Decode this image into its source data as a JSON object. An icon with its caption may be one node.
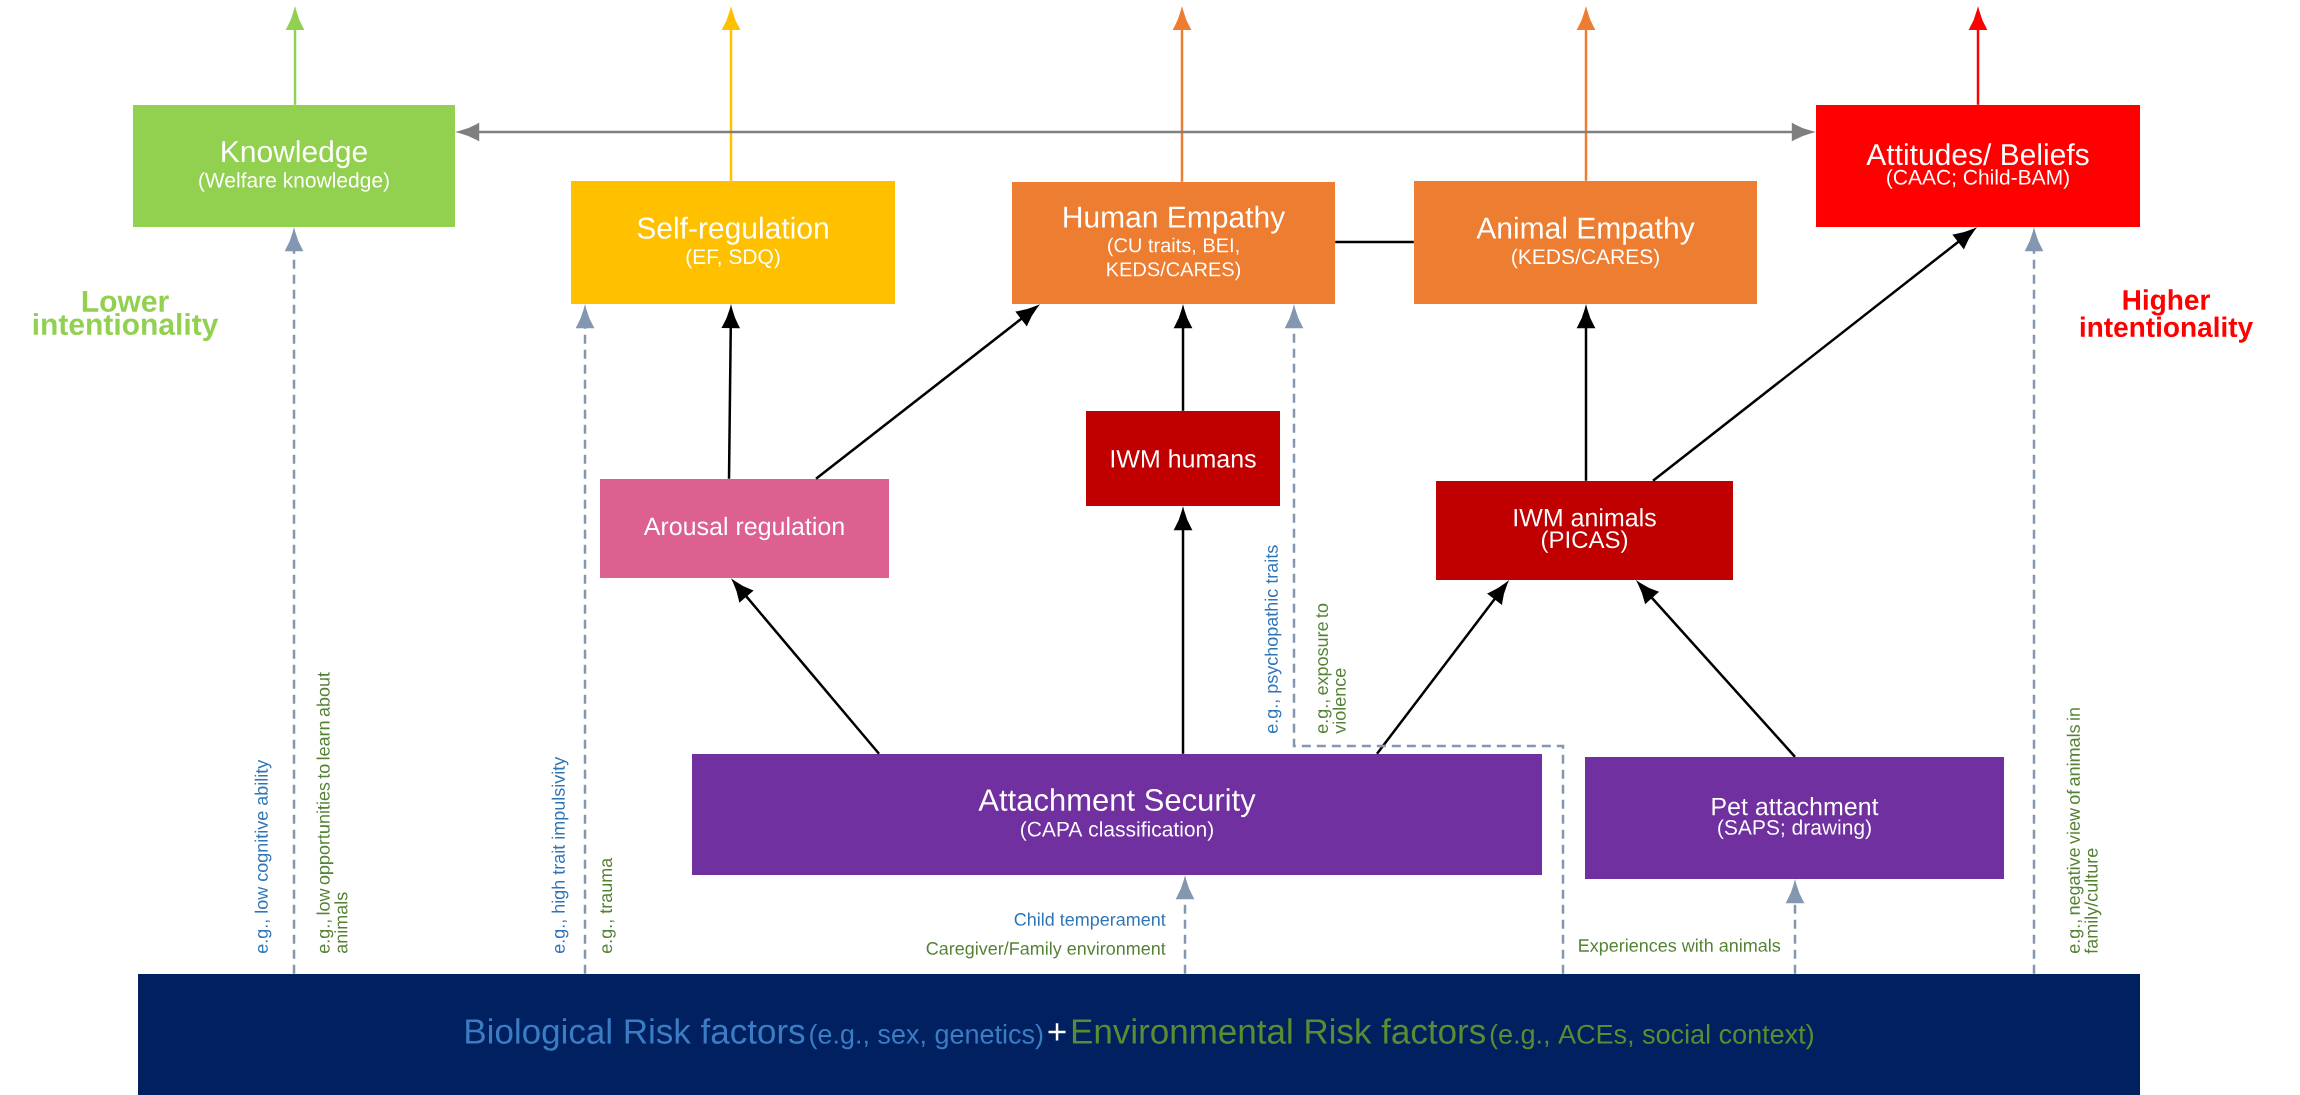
{
  "diagram": {
    "nodes": [
      {
        "text": [
          "Knowledge",
          "(Welfare knowledge)"
        ]
      },
      {
        "text": [
          "Self-regulation",
          "(EF, SDQ)"
        ]
      },
      {
        "text": [
          "Human Empathy",
          "(CU traits, BEI, KEDS/CARES)"
        ]
      },
      {
        "text": [
          "Animal Empathy",
          "(KEDS/CARES)"
        ]
      },
      {
        "text": [
          "Attitudes/ Beliefs",
          "(CAAC; Child-BAM)"
        ]
      },
      {
        "text": [
          "Arousal regulation"
        ]
      },
      {
        "text": [
          "IWM humans"
        ]
      },
      {
        "text": [
          "IWM animals",
          "(PICAS)"
        ]
      },
      {
        "text": [
          "Attachment Security",
          "(CAPA classification)"
        ]
      },
      {
        "text": [
          "Pet attachment",
          "(SAPS; drawing)"
        ]
      },
      {
        "text": [
          "Biological Risk factors",
          "(e.g., sex, genetics)",
          "+",
          "Environmental Risk factors",
          "(e.g., ACEs, social context)"
        ]
      }
    ],
    "edges": [
      {
        "from": 0,
        "to": null,
        "arrow": "to",
        "color": "#92d050"
      },
      {
        "from": 1,
        "to": null,
        "arrow": "to",
        "color": "#ffc000"
      },
      {
        "from": 2,
        "to": null,
        "arrow": "to",
        "color": "#ed7d31"
      },
      {
        "from": 3,
        "to": null,
        "arrow": "to",
        "color": "#ed7d31"
      },
      {
        "from": 4,
        "to": null,
        "arrow": "to",
        "color": "#ff0000"
      },
      {
        "from": 0,
        "to": 4,
        "arrow": "both",
        "color": "#7f7f7f"
      },
      {
        "from": 2,
        "to": 3,
        "arrow": "none"
      },
      {
        "from": 5,
        "to": 1,
        "arrow": "to"
      },
      {
        "from": 5,
        "to": 2,
        "arrow": "to"
      },
      {
        "from": 6,
        "to": 2,
        "arrow": "to"
      },
      {
        "from": 7,
        "to": 3,
        "arrow": "to"
      },
      {
        "from": 7,
        "to": 4,
        "arrow": "to"
      },
      {
        "from": 8,
        "to": 5,
        "arrow": "to"
      },
      {
        "from": 8,
        "to": 6,
        "arrow": "to"
      },
      {
        "from": 8,
        "to": 7,
        "arrow": "to"
      },
      {
        "from": 9,
        "to": 7,
        "arrow": "to"
      },
      {
        "from": 10,
        "to": 0,
        "arrow": "to",
        "style": "dashed",
        "color": "#8497b0"
      },
      {
        "from": 10,
        "to": 1,
        "arrow": "to",
        "style": "dashed",
        "color": "#8497b0"
      },
      {
        "from": 10,
        "to": 2,
        "arrow": "to",
        "style": "dashed",
        "color": "#8497b0"
      },
      {
        "from": 10,
        "to": 8,
        "arrow": "to",
        "style": "dashed",
        "color": "#8497b0"
      },
      {
        "from": 10,
        "to": 9,
        "arrow": "to",
        "style": "dashed",
        "color": "#8497b0"
      },
      {
        "from": 10,
        "to": 4,
        "arrow": "to",
        "style": "dashed",
        "color": "#8497b0"
      }
    ],
    "labels": [
      "Lower intentionality",
      "Higher intentionality",
      "e.g., low cognitive ability",
      "e.g., low opportunities to learn about animals",
      "e.g., high trait impulsivity",
      "e.g., trauma",
      "Child temperament",
      "Caregiver/Family environment",
      "e.g., psychopathic traits",
      "e.g., exposure to violence",
      "Experiences with animals",
      "e.g., negative view of animals in family/culture"
    ]
  }
}
